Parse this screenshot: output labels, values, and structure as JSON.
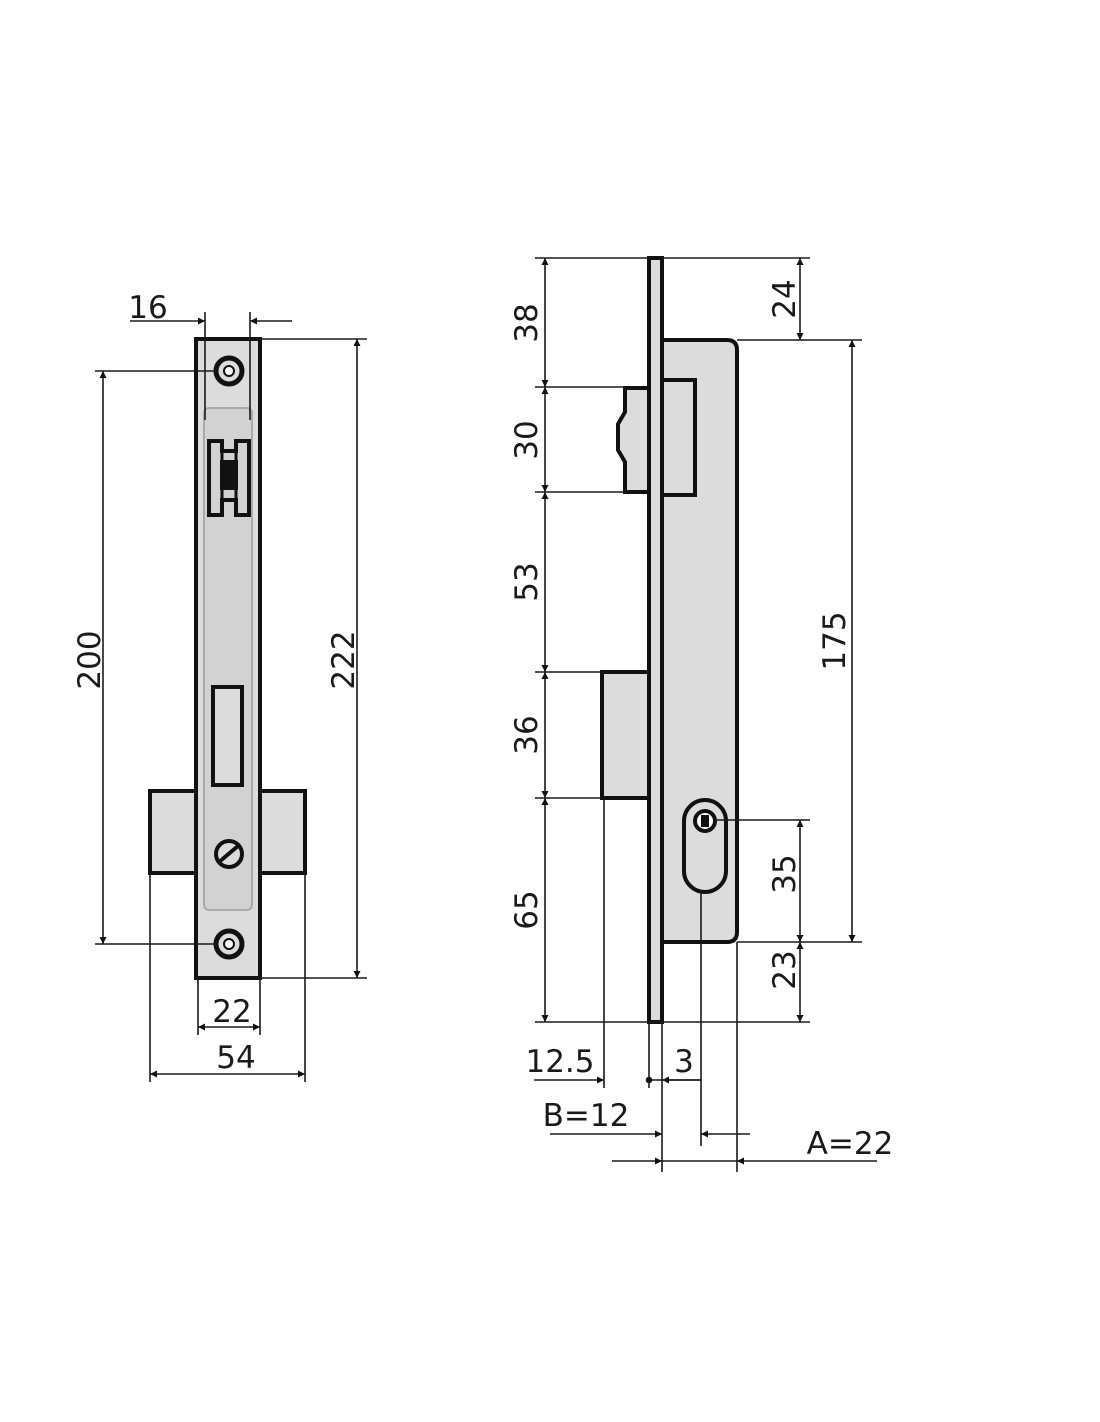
{
  "front_view": {
    "dims": {
      "faceplate_width": "16",
      "screw_spacing": "200",
      "faceplate_height": "222",
      "case_width": "22",
      "overall_width": "54"
    }
  },
  "side_view": {
    "dims": {
      "top_to_latch": "38",
      "latch_height": "30",
      "latch_to_bolt": "53",
      "bolt_height": "36",
      "bolt_to_bottom": "65",
      "top_offset": "24",
      "case_height": "175",
      "keyhole_height": "35",
      "bottom_offset": "23",
      "bolt_throw": "12.5",
      "plate_thickness": "3",
      "backset_b": "B=12",
      "backset_a": "A=22"
    }
  },
  "colors": {
    "line": "#1a1a1a",
    "fill": "#dcdcdc"
  }
}
